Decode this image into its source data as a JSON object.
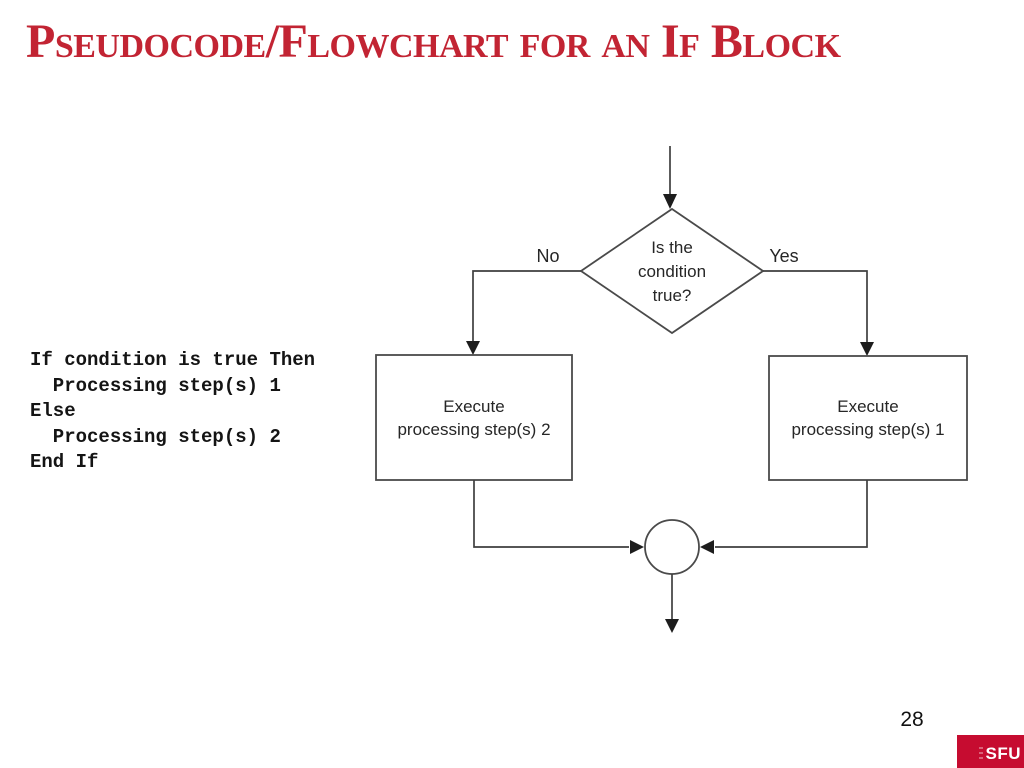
{
  "slide": {
    "title": "Pseudocode/Flowchart for an If Block",
    "page_number": "28",
    "logo_text": "SFU"
  },
  "colors": {
    "title_red": "#c22433",
    "logo_red": "#c60c30",
    "line_gray": "#3f3f3f",
    "text_dark": "#262626"
  },
  "pseudocode": {
    "code": "If condition is true Then\n  Processing step(s) 1\nElse\n  Processing step(s) 2\nEnd If"
  },
  "flowchart": {
    "decision_label": "Is the\ncondition\ntrue?",
    "no_label": "No",
    "yes_label": "Yes",
    "box_no_label": "Execute\nprocessing step(s) 2",
    "box_yes_label": "Execute\nprocessing step(s) 1"
  }
}
